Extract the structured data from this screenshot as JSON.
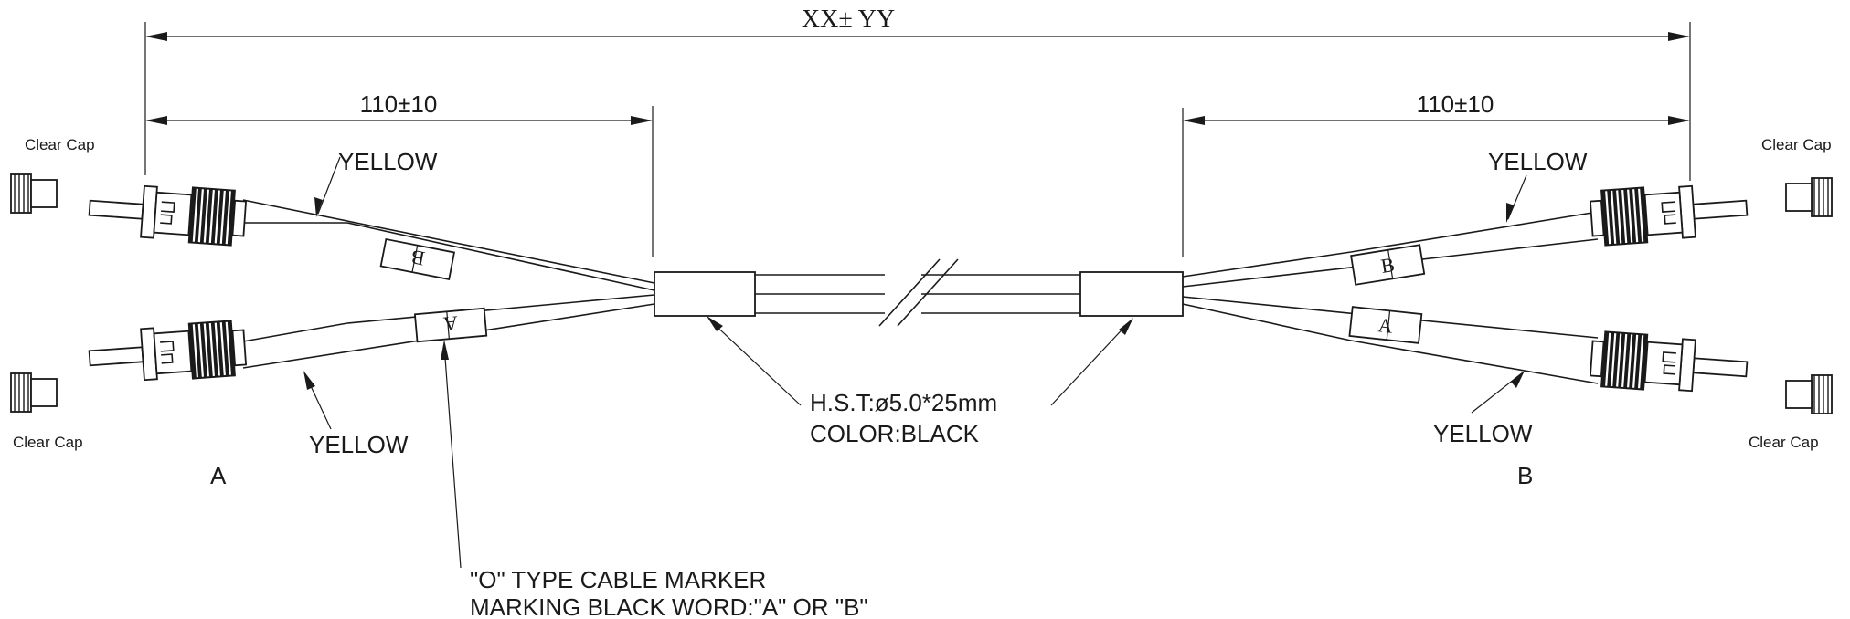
{
  "dimensions": {
    "overall": "XX± YY",
    "left_section": "110±10",
    "right_section": "110±10"
  },
  "caps": {
    "top_left": "Clear Cap",
    "bottom_left": "Clear Cap",
    "top_right": "Clear Cap",
    "bottom_right": "Clear Cap"
  },
  "boot_colors": {
    "top_left": "YELLOW",
    "bottom_left": "YELLOW",
    "top_right": "YELLOW",
    "bottom_right": "YELLOW"
  },
  "markers": {
    "left_upper": "B",
    "left_lower": "A",
    "right_upper": "B",
    "right_lower": "A"
  },
  "heat_shrink": {
    "line1": "H.S.T:ø5.0*25mm",
    "line2": "COLOR:BLACK"
  },
  "cable_marker_note": {
    "line1": "\"O\" TYPE CABLE MARKER",
    "line2": "MARKING BLACK WORD:\"A\" OR \"B\""
  },
  "ends": {
    "left": "A",
    "right": "B"
  }
}
